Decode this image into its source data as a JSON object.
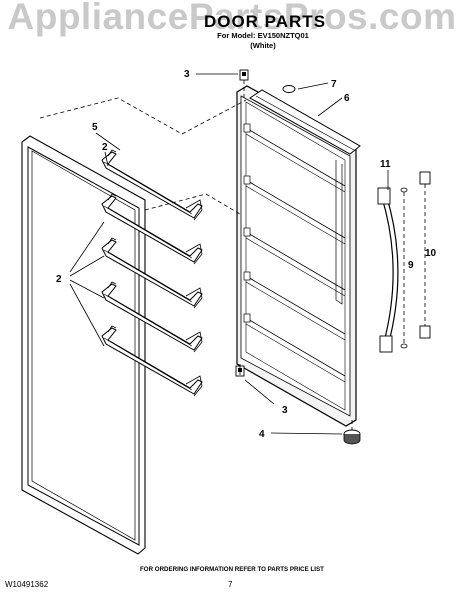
{
  "watermark": "AppliancePartsPros.com",
  "header": {
    "title": "DOOR PARTS",
    "model": "For Model: EV150NZTQ01",
    "color": "(White)"
  },
  "callouts": {
    "c2a": "2",
    "c2b": "2",
    "c3a": "3",
    "c3b": "3",
    "c4": "4",
    "c5": "5",
    "c6": "6",
    "c7": "7",
    "c9": "9",
    "c10": "10",
    "c11": "11"
  },
  "footer": {
    "ordering": "FOR ORDERING INFORMATION REFER TO PARTS PRICE LIST",
    "doc_number": "W10491362",
    "page": "7"
  },
  "colors": {
    "line": "#000000",
    "panel_fill": "#f4f4f4",
    "watermark": "#c9c9c9"
  }
}
